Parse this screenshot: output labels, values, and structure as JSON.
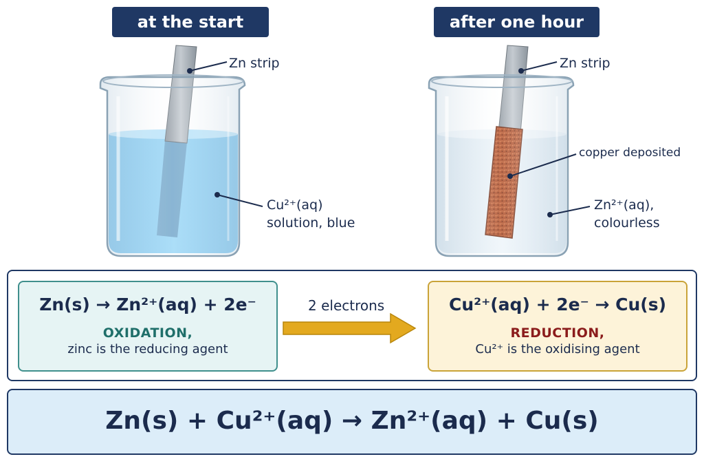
{
  "left_beaker": {
    "title": "at the start",
    "strip_label": "Zn strip",
    "solution_label_line1": "Cu²⁺(aq)",
    "solution_label_line2": "solution, blue"
  },
  "right_beaker": {
    "title": "after one hour",
    "strip_label": "Zn strip",
    "deposit_label": "copper deposited",
    "solution_label_line1": "Zn²⁺(aq),",
    "solution_label_line2": "colourless"
  },
  "half_equations": {
    "oxidation": {
      "equation": "Zn(s) → Zn²⁺(aq) + 2e⁻",
      "tag": "OXIDATION,",
      "description": "zinc is the reducing agent"
    },
    "transfer_label": "2 electrons",
    "reduction": {
      "equation": "Cu²⁺(aq) + 2e⁻ → Cu(s)",
      "tag": "REDUCTION,",
      "description": "Cu²⁺ is the oxidising agent"
    }
  },
  "overall_equation": "Zn(s) + Cu²⁺(aq) → Zn²⁺(aq) + Cu(s)",
  "colors": {
    "title_badge": "#1f3864",
    "blue_solution": "#7cc8f0",
    "colourless_solution": "#e4eef5",
    "copper": "#b5532b",
    "zinc": "#9aa3ab",
    "arrow": "#e3a91f",
    "oxidation_border": "#3f8f8c",
    "reduction_border": "#c9a338"
  }
}
